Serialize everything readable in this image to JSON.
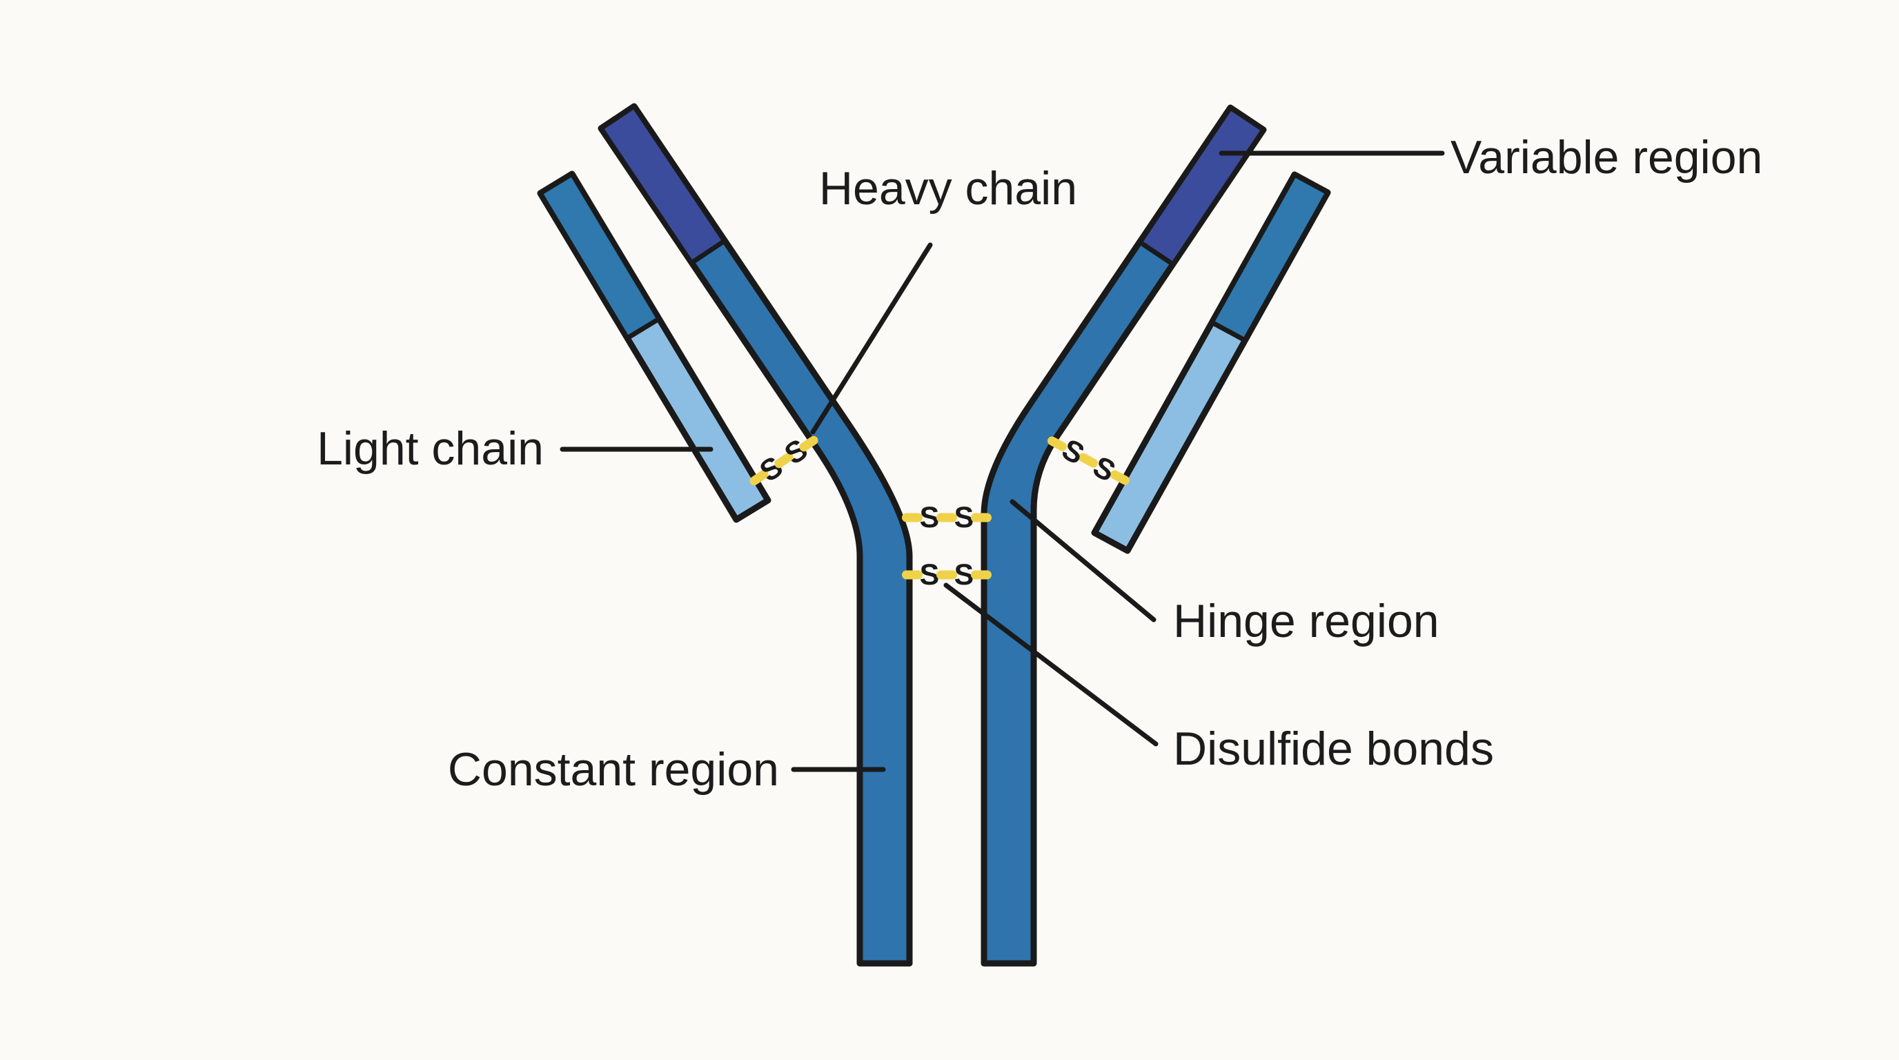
{
  "diagram": {
    "type": "antibody-structure",
    "labels": {
      "heavy_chain": "Heavy chain",
      "variable_region": "Variable region",
      "light_chain": "Light chain",
      "hinge_region": "Hinge region",
      "disulfide_bonds": "Disulfide bonds",
      "constant_region": "Constant region"
    },
    "bond_symbol": "S",
    "colors": {
      "background": "#FBFAF7",
      "heavy_chain": "#2F74AD",
      "heavy_chain_variable_tip": "#3C4C9C",
      "light_chain_variable_tip": "#2F79AF",
      "light_chain_body": "#8CBEE3",
      "disulfide_bond": "#F0D24A",
      "outline": "#1A1A1A",
      "text": "#1C1C1C"
    }
  }
}
